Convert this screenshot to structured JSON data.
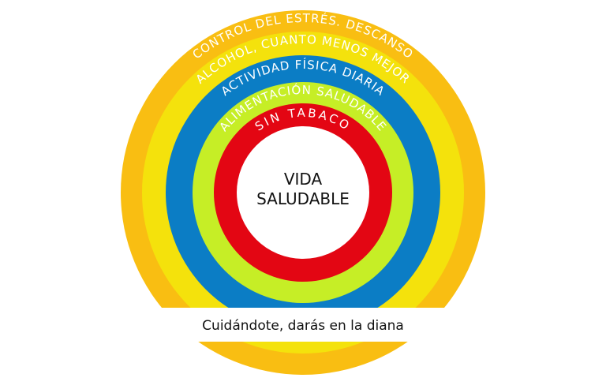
{
  "rings": [
    {
      "label": "CONTROL DEL ESTRÉS. DESCANSO",
      "color": "#f9be12"
    },
    {
      "label": "ALCOHOL, CUANTO MENOS MEJOR",
      "color": "#f4e20c"
    },
    {
      "label": "ACTIVIDAD FÍSICA DIARIA",
      "color": "#0b7dc5"
    },
    {
      "label": "ALIMENTACIÓN SALUDABLE",
      "color": "#c6ee26"
    },
    {
      "label": "SIN TABACO",
      "color": "#e30613"
    }
  ],
  "center": {
    "line1": "VIDA",
    "line2": "SALUDABLE"
  },
  "caption": "Cuidándote, darás en la diana"
}
